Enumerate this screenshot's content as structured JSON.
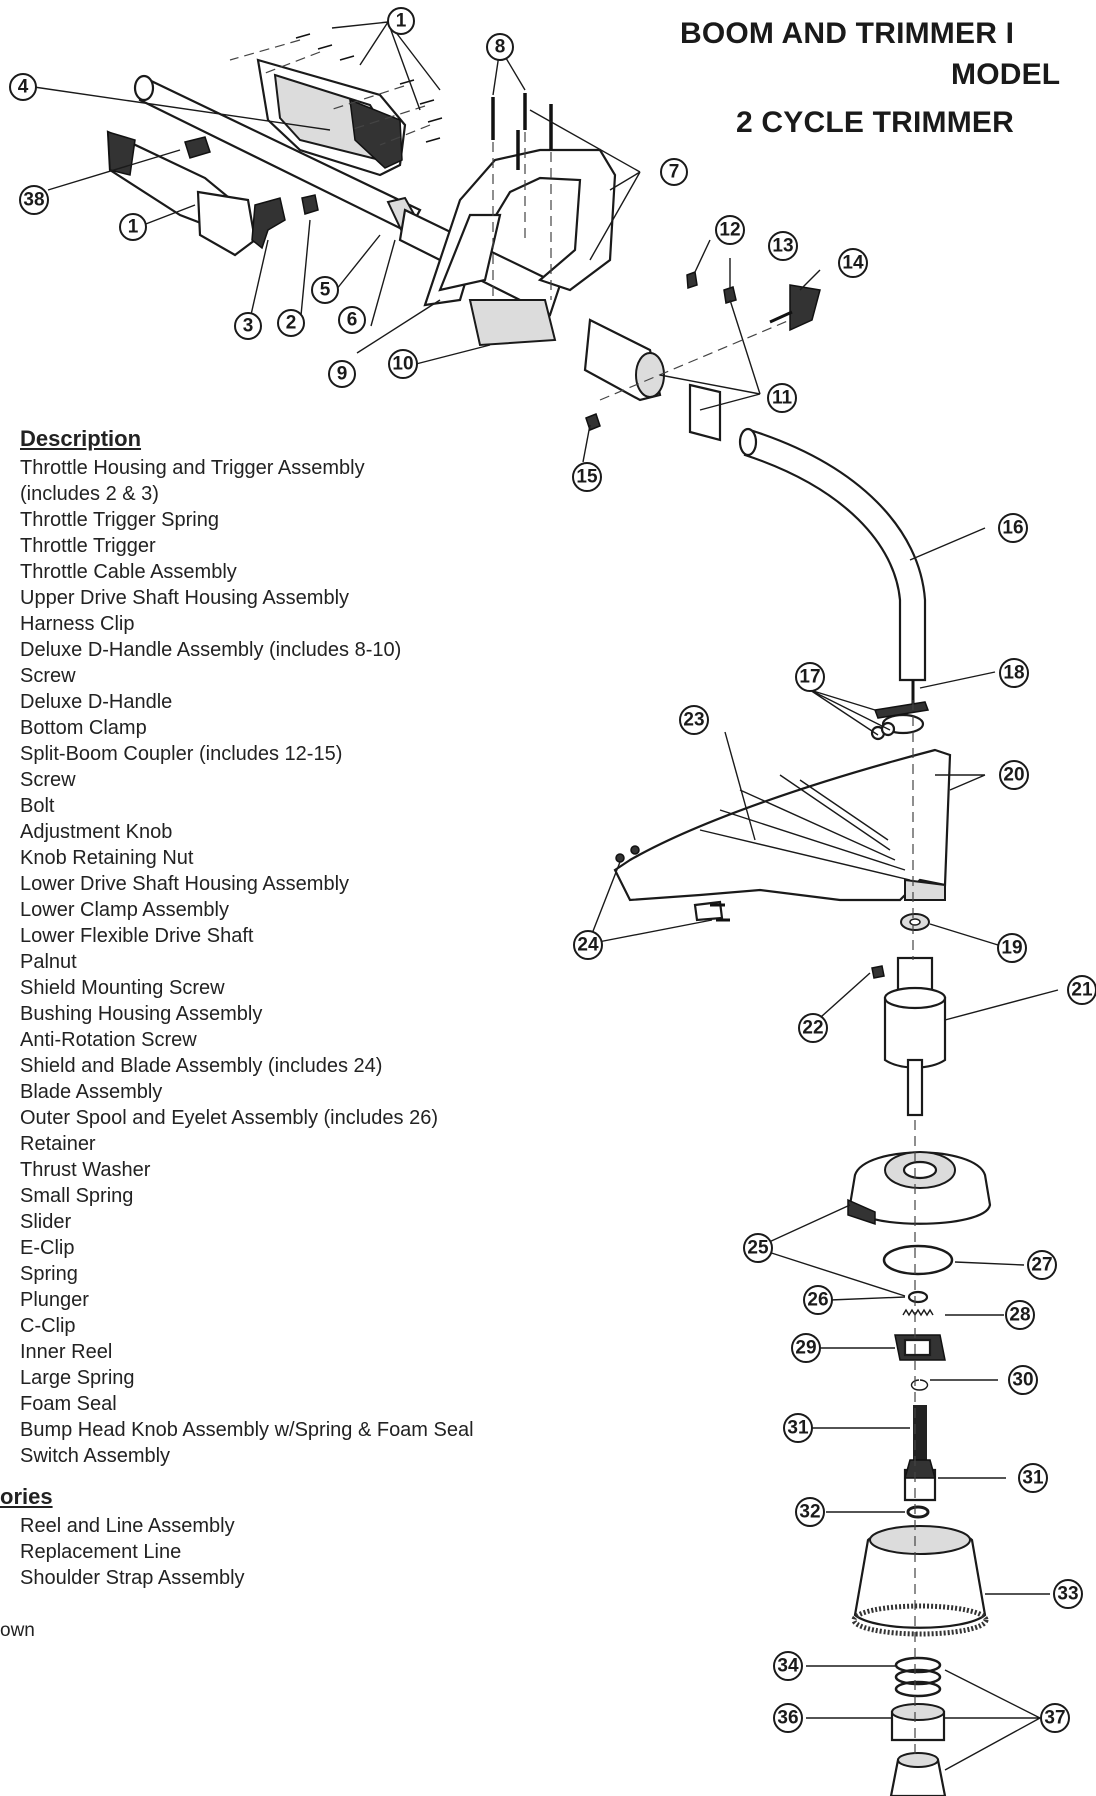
{
  "title": {
    "line1": "BOOM AND TRIMMER I",
    "line2": "MODEL",
    "line3": "2 CYCLE TRIMMER"
  },
  "parts_list": {
    "header": "Description",
    "items": [
      "Throttle Housing and Trigger Assembly",
      "(includes 2 & 3)",
      "Throttle Trigger Spring",
      "Throttle Trigger",
      "Throttle Cable Assembly",
      "Upper Drive Shaft Housing Assembly",
      "Harness Clip",
      "Deluxe D-Handle Assembly (includes 8-10)",
      "Screw",
      "Deluxe D-Handle",
      "Bottom Clamp",
      "Split-Boom Coupler (includes 12-15)",
      "Screw",
      "Bolt",
      "Adjustment Knob",
      "Knob Retaining Nut",
      "Lower Drive Shaft Housing Assembly",
      "Lower Clamp Assembly",
      "Lower Flexible Drive Shaft",
      "Palnut",
      "Shield Mounting Screw",
      "Bushing Housing Assembly",
      "Anti-Rotation Screw",
      "Shield and Blade Assembly (includes 24)",
      "Blade Assembly",
      "Outer Spool and Eyelet Assembly (includes 26)",
      "Retainer",
      "Thrust Washer",
      "Small Spring",
      "Slider",
      "E-Clip",
      "Spring",
      "Plunger",
      "C-Clip",
      "Inner Reel",
      "Large Spring",
      "Foam Seal",
      "Bump Head Knob Assembly w/Spring & Foam Seal",
      "Switch Assembly"
    ]
  },
  "accessories": {
    "header": "ories",
    "items": [
      "Reel and Line Assembly",
      "Replacement Line",
      "Shoulder Strap Assembly"
    ],
    "note": "own"
  },
  "callouts": [
    "1",
    "1",
    "2",
    "3",
    "4",
    "5",
    "6",
    "7",
    "8",
    "9",
    "10",
    "11",
    "12",
    "13",
    "14",
    "15",
    "16",
    "17",
    "18",
    "19",
    "20",
    "21",
    "22",
    "23",
    "24",
    "25",
    "26",
    "27",
    "28",
    "29",
    "30",
    "31",
    "31",
    "32",
    "33",
    "34",
    "36",
    "37",
    "38"
  ]
}
